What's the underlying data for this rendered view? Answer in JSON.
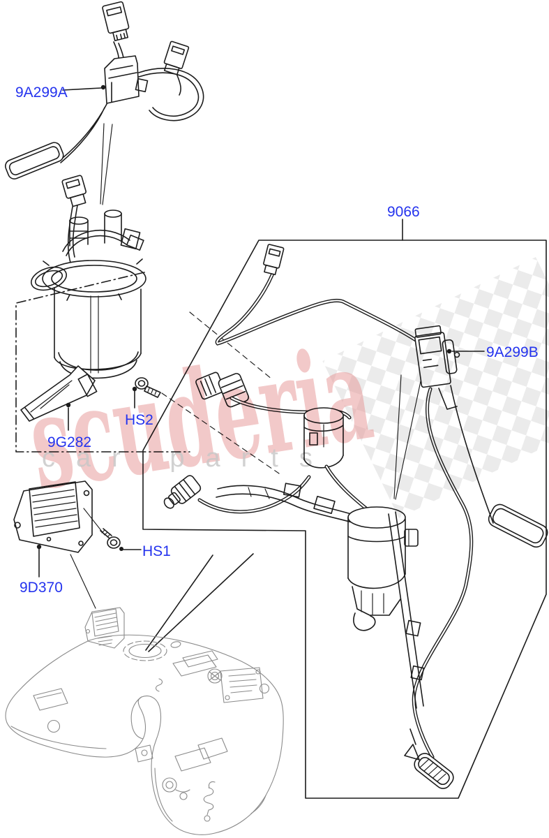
{
  "watermark": {
    "brand": "scuderia",
    "tagline": "car parts"
  },
  "labels": [
    {
      "code": "9A299A"
    },
    {
      "code": "9066"
    },
    {
      "code": "9A299B"
    },
    {
      "code": "HS2"
    },
    {
      "code": "9G282"
    },
    {
      "code": "HS1"
    },
    {
      "code": "9D370"
    }
  ],
  "colors": {
    "label_blue": "#2433ee",
    "watermark_pink": "#e59494",
    "tagline_gray": "#c6c6c6",
    "checker_gray": "#dedede",
    "line_black": "#1c1c1c",
    "ghost_gray": "#8a8a8a"
  }
}
